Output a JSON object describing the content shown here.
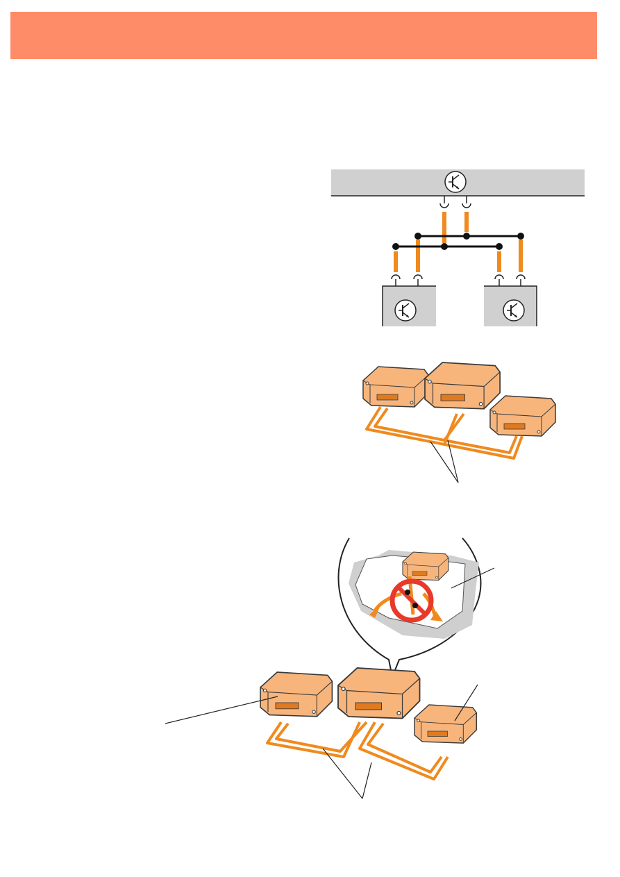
{
  "header": {
    "title": ""
  },
  "colors": {
    "header": "#ff8c69",
    "wire": "#f08a1e",
    "module_fill": "#f7b57c",
    "module_stroke": "#3a3a3a",
    "bus_gray": "#d0d0d0",
    "prohibit_red": "#e8392a"
  },
  "icons": [
    "transistor-icon",
    "module-icon",
    "prohibition-icon",
    "arrow-icon"
  ],
  "figures": [
    {
      "name": "twisted-pair-bus-schematic",
      "nodes": 3
    },
    {
      "name": "module-network-cabling",
      "modules": 3
    },
    {
      "name": "incorrect-ring-wiring-callout",
      "modules": 3,
      "prohibited": true
    }
  ]
}
